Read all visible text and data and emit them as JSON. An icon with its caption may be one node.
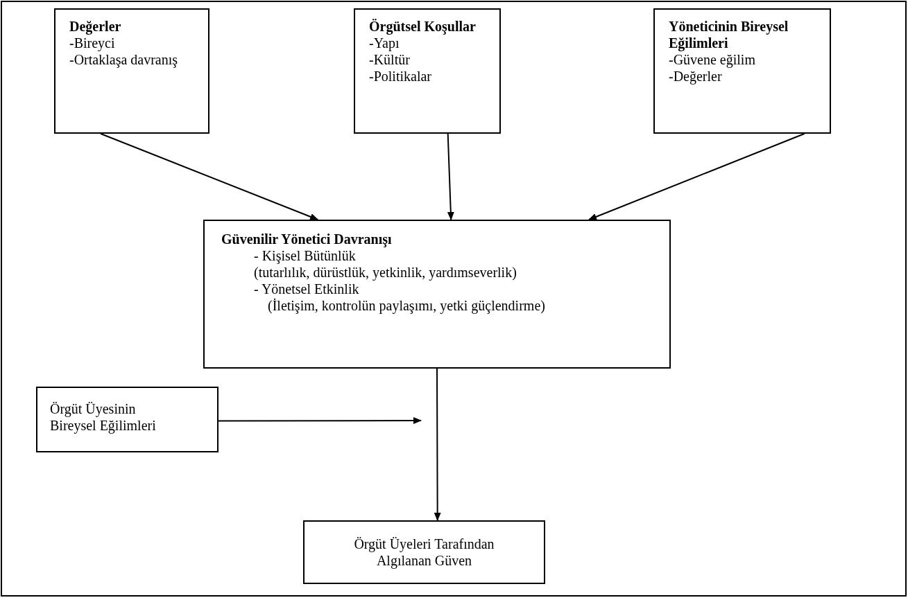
{
  "diagram": {
    "nodes": [
      {
        "text": [
          "Değerler",
          "-Bireyci",
          "-Ortaklaşa davranış"
        ]
      },
      {
        "text": [
          "Örgütsel Koşullar",
          "-Yapı",
          "-Kültür",
          "-Politikalar"
        ]
      },
      {
        "text": [
          "Yöneticinin Bireysel Eğilimleri",
          "-Güvene eğilim",
          "-Değerler"
        ]
      },
      {
        "text": [
          "Güvenilir Yönetici Davranışı",
          "- Kişisel Bütünlük",
          "(tutarlılık, dürüstlük, yetkinlik, yardımseverlik)",
          "- Yönetsel Etkinlik",
          "(İletişim, kontrolün paylaşımı, yetki güçlendirme)"
        ]
      },
      {
        "text": [
          "Örgüt Üyesinin Bireysel Eğilimleri"
        ]
      },
      {
        "text": [
          "Örgüt Üyeleri Tarafından Algılanan Güven"
        ]
      }
    ],
    "edges": [
      {
        "from": 0,
        "to": 3,
        "arrow": "to"
      },
      {
        "from": 1,
        "to": 3,
        "arrow": "to"
      },
      {
        "from": 2,
        "to": 3,
        "arrow": "to"
      },
      {
        "from": 4,
        "to": null,
        "arrow": "to"
      },
      {
        "from": 3,
        "to": 5,
        "arrow": "to"
      }
    ]
  }
}
